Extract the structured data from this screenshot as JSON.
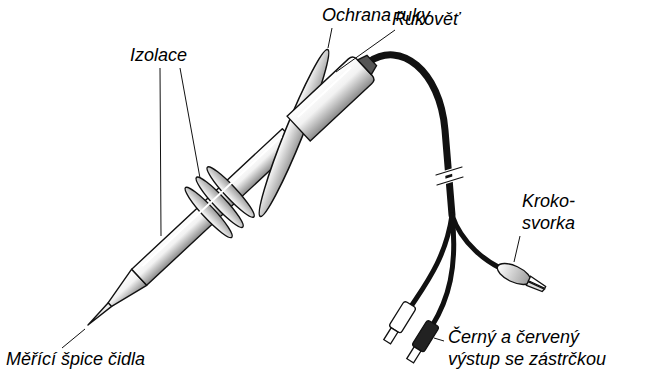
{
  "diagram": {
    "labels": [
      "Ochrana ruky",
      "Izolace",
      "Rukověť",
      "Měřící špice čidla",
      "Kroko- svorka",
      "Černý a červený výstup se zástrčkou"
    ]
  }
}
